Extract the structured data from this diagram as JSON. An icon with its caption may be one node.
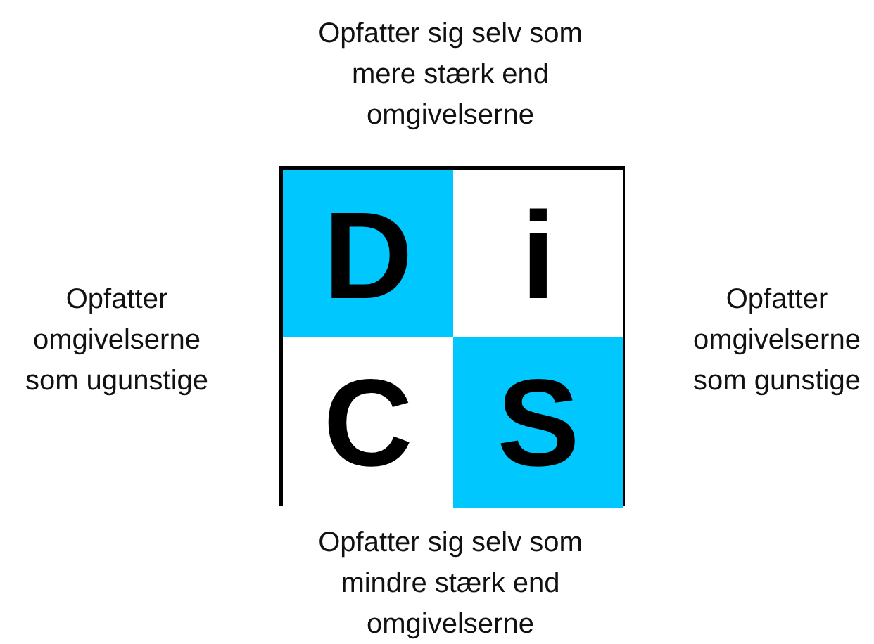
{
  "diagram": {
    "nodes": [
      {
        "text": [],
        "shape": "box"
      },
      {
        "text": [
          "D"
        ],
        "in": 0
      },
      {
        "text": [
          "i"
        ],
        "in": 0
      },
      {
        "text": [
          "C"
        ],
        "in": 0
      },
      {
        "text": [
          "S"
        ],
        "in": 0
      }
    ],
    "labels": [
      "Opfatter sig selv som mere stærk end omgivelserne",
      "Opfatter omgivelserne som ugunstige",
      "Opfatter omgivelserne som gunstige",
      "Opfatter sig selv som mindre stærk end omgivelserne"
    ]
  }
}
